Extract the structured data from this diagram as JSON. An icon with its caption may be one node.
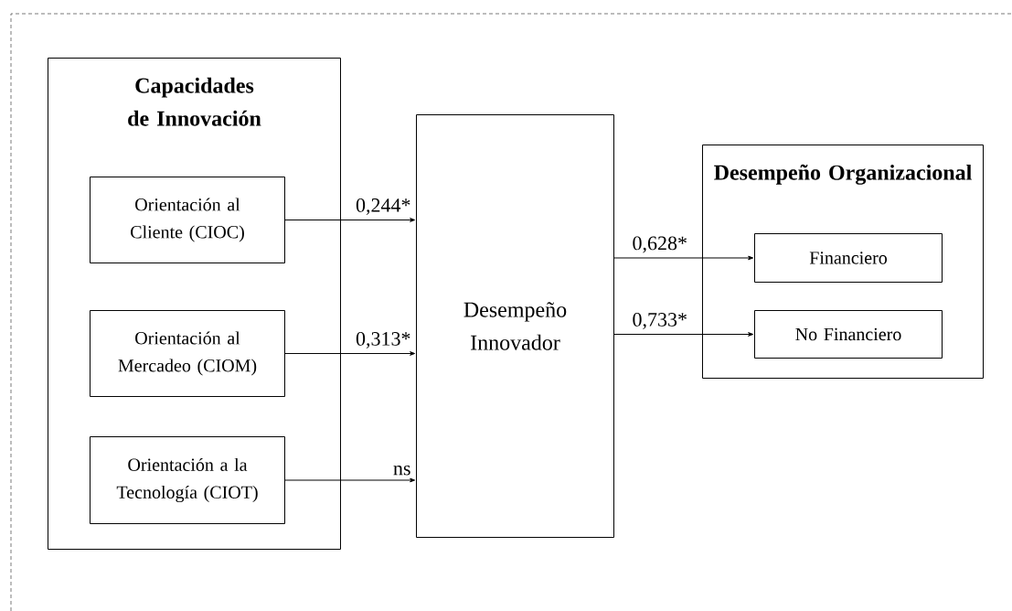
{
  "diagram": {
    "nodes": [
      {
        "text": [
          "Capacidades de Innovación"
        ]
      },
      {
        "text": [
          "Orientación al Cliente (CIOC)"
        ],
        "in": 0
      },
      {
        "text": [
          "Orientación al Mercadeo (CIOM)"
        ],
        "in": 0
      },
      {
        "text": [
          "Orientación a la Tecnología (CIOT)"
        ],
        "in": 0
      },
      {
        "text": [
          "Desempeño Innovador"
        ]
      },
      {
        "text": [
          "Desempeño Organizacional"
        ]
      },
      {
        "text": [
          "Financiero"
        ],
        "in": 5
      },
      {
        "text": [
          "No Financiero"
        ],
        "in": 5
      }
    ],
    "edges": [
      {
        "from": 1,
        "to": 4,
        "arrow": "to",
        "label": "0,244*"
      },
      {
        "from": 2,
        "to": 4,
        "arrow": "to",
        "label": "0,313*"
      },
      {
        "from": 3,
        "to": 4,
        "arrow": "to",
        "label": "ns"
      },
      {
        "from": 4,
        "to": 6,
        "arrow": "to",
        "label": "0,628*"
      },
      {
        "from": 4,
        "to": 7,
        "arrow": "to",
        "label": "0,733*"
      }
    ]
  }
}
